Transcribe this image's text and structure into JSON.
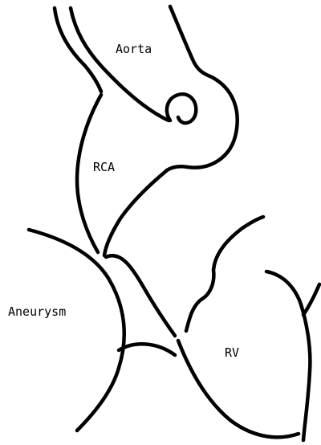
{
  "labels": {
    "aorta": "Aorta",
    "rca": "RCA",
    "aneurysm": "Aneurysm",
    "rv": "RV"
  },
  "colors": {
    "background": "#ffffff",
    "ink": "#000000"
  }
}
